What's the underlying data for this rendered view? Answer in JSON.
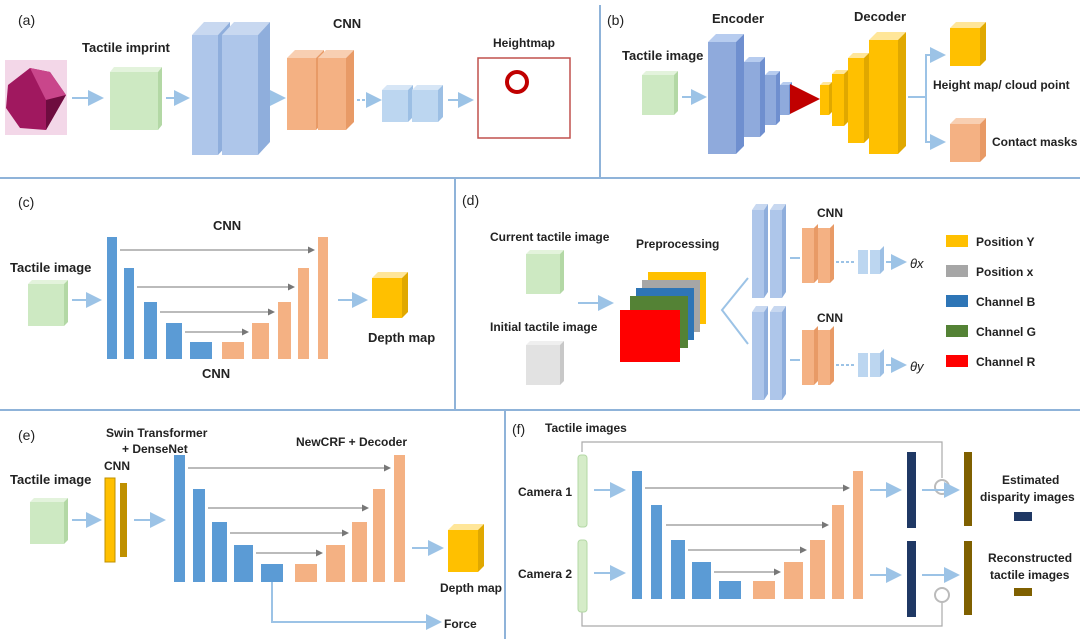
{
  "colors": {
    "divider": "#8fb3d9",
    "arrow": "#9cc3e6",
    "green": "#cde9c2",
    "blue_light": "#aec6ea",
    "blue_mid": "#5b9bd5",
    "orange": "#f4b183",
    "yellow": "#ffc000",
    "red": "#c00000",
    "navy": "#1f3864",
    "brown": "#7f6000"
  },
  "panel_a": {
    "letter": "(a)",
    "tactile_imprint": "Tactile imprint",
    "cnn": "CNN",
    "heightmap": "Heightmap"
  },
  "panel_b": {
    "letter": "(b)",
    "tactile_image": "Tactile image",
    "encoder": "Encoder",
    "decoder": "Decoder",
    "height_map": "Height map/ cloud point",
    "contact_masks": "Contact masks"
  },
  "panel_c": {
    "letter": "(c)",
    "cnn_top": "CNN",
    "tactile_image": "Tactile image",
    "depth_map": "Depth map",
    "cnn_bottom": "CNN"
  },
  "panel_d": {
    "letter": "(d)",
    "current": "Current tactile image",
    "preprocessing": "Preprocessing",
    "initial": "Initial tactile image",
    "cnn_top": "CNN",
    "cnn_bottom": "CNN",
    "theta_x": "θx",
    "theta_y": "θy",
    "legend": [
      {
        "label": "Position Y",
        "color": "#ffc000"
      },
      {
        "label": "Position x",
        "color": "#a6a6a6"
      },
      {
        "label": "Channel B",
        "color": "#2e75b6"
      },
      {
        "label": "Channel G",
        "color": "#548235"
      },
      {
        "label": "Channel R",
        "color": "#ff0000"
      }
    ]
  },
  "panel_e": {
    "letter": "(e)",
    "swin_1": "Swin Transformer",
    "swin_2": "+ DenseNet",
    "cnn": "CNN",
    "tactile_image": "Tactile image",
    "newcrf": "NewCRF + Decoder",
    "depth_map": "Depth map",
    "force": "Force"
  },
  "panel_f": {
    "letter": "(f)",
    "tactile_images": "Tactile images",
    "camera1": "Camera 1",
    "camera2": "Camera 2",
    "estimated_1": "Estimated",
    "estimated_2": "disparity images",
    "reconstructed_1": "Reconstructed",
    "reconstructed_2": "tactile images"
  }
}
